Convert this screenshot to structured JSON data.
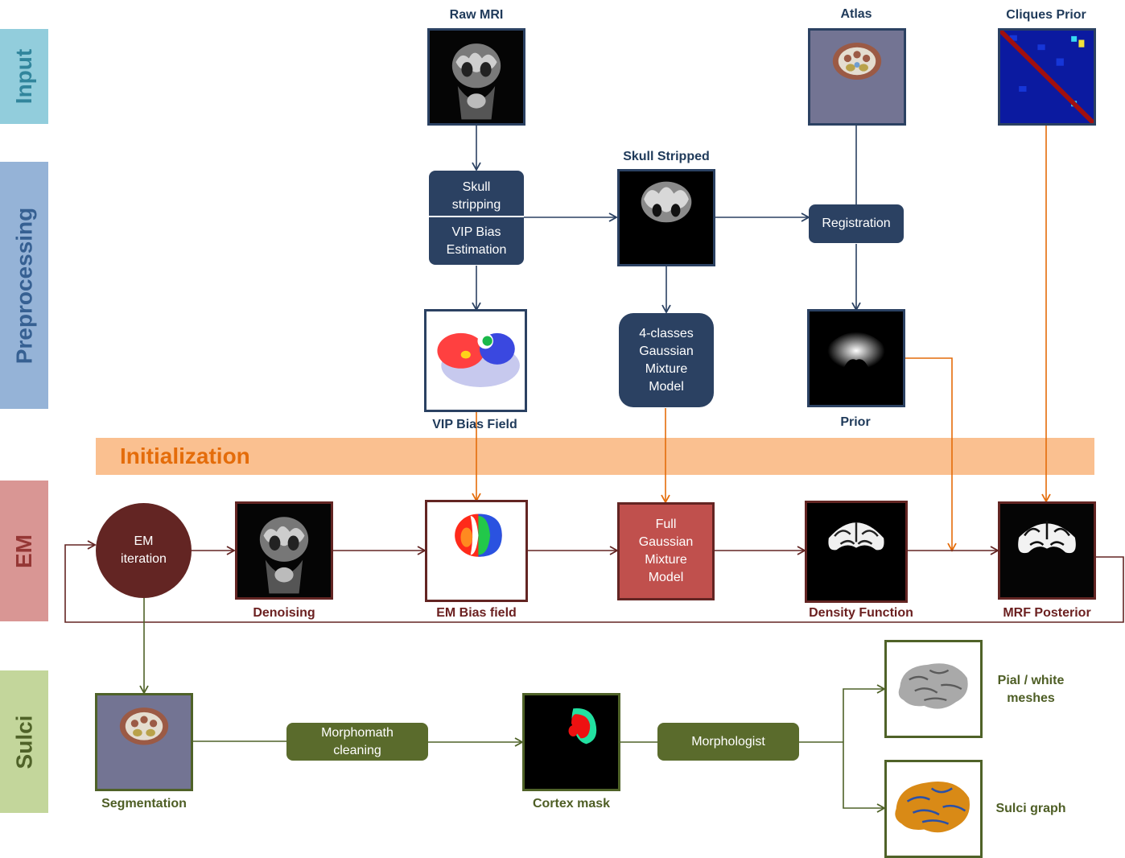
{
  "bands": {
    "input": "Input",
    "preprocessing": "Preprocessing",
    "em": "EM",
    "sulci": "Sulci",
    "initialization": "Initialization"
  },
  "labels": {
    "raw_mri": "Raw MRI",
    "atlas": "Atlas",
    "cliques_prior": "Cliques Prior",
    "skull_stripped": "Skull Stripped",
    "vip_bias_field": "VIP Bias Field",
    "prior": "Prior",
    "denoising": "Denoising",
    "em_bias_field": "EM Bias field",
    "density_function": "Density Function",
    "mrf_posterior": "MRF Posterior",
    "segmentation": "Segmentation",
    "cortex_mask": "Cortex mask",
    "pial_white_1": "Pial / white",
    "pial_white_2": "meshes",
    "sulci_graph": "Sulci graph"
  },
  "process": {
    "skull_stripping": "Skull stripping",
    "vip_bias_estimation": "VIP Bias Estimation",
    "registration": "Registration",
    "gmm4": "4-classes Gaussian Mixture Model",
    "full_gmm": "Full Gaussian Mixture Model",
    "em_iteration": "EM iteration",
    "morphomath": "Morphomath cleaning",
    "morphologist": "Morphologist"
  },
  "colors": {
    "input_band": "#92cddc",
    "preprocessing_band": "#95b3d7",
    "em_band": "#d99694",
    "sulci_band": "#c3d69b",
    "initialization_band": "#fac090",
    "navy": "#2b4162",
    "maroon": "#632523",
    "green": "#5a6b2c",
    "orange_arrow": "#e46c0a"
  }
}
